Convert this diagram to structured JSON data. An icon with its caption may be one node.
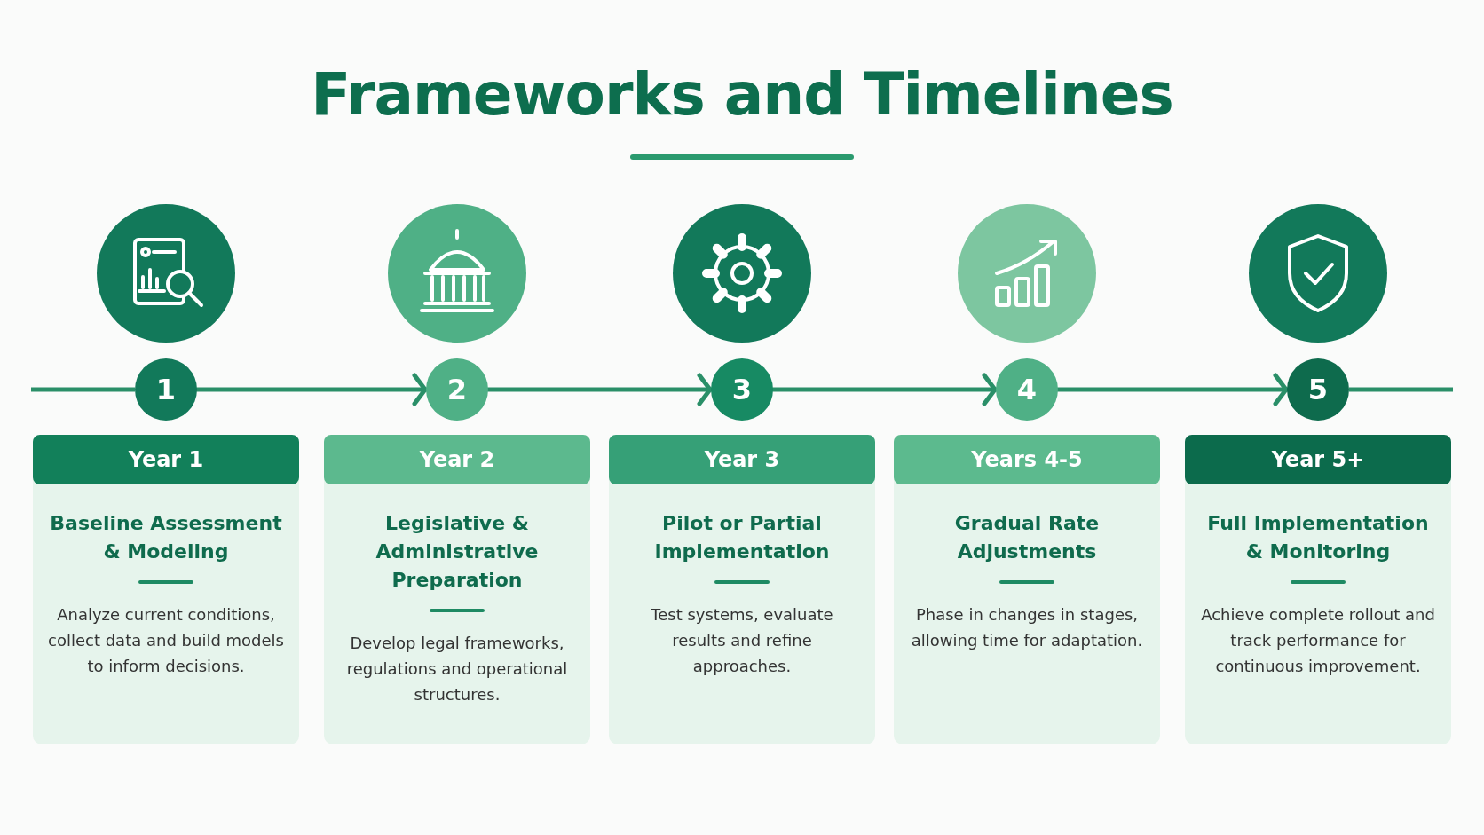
{
  "diagram": {
    "title": "Frameworks and Timelines",
    "nodes": [
      {
        "text": [
          "1"
        ]
      },
      {
        "text": [
          "2"
        ]
      },
      {
        "text": [
          "3"
        ]
      },
      {
        "text": [
          "4"
        ]
      },
      {
        "text": [
          "5"
        ]
      },
      {
        "text": [
          "Year 1",
          "Baseline Assessment & Modeling",
          "Analyze current conditions, collect data and build models to inform decisions."
        ]
      },
      {
        "text": [
          "Year 2",
          "Legislative & Administrative Preparation",
          "Develop legal frameworks, regulations and operational structures."
        ]
      },
      {
        "text": [
          "Year 3",
          "Pilot or Partial Implementation",
          "Test systems, evaluate results and refine approaches."
        ]
      },
      {
        "text": [
          "Years 4-5",
          "Gradual Rate Adjustments",
          "Phase in changes in stages, allowing time for adaptation."
        ]
      },
      {
        "text": [
          "Year 5+",
          "Full Implementation & Monitoring",
          "Achieve complete rollout and track performance for continuous improvement."
        ]
      }
    ],
    "edges": [
      {
        "from": 0,
        "to": 1,
        "arrow": "to"
      },
      {
        "from": 1,
        "to": 2,
        "arrow": "to"
      },
      {
        "from": 2,
        "to": 3,
        "arrow": "to"
      },
      {
        "from": 3,
        "to": 4,
        "arrow": "to"
      }
    ]
  }
}
